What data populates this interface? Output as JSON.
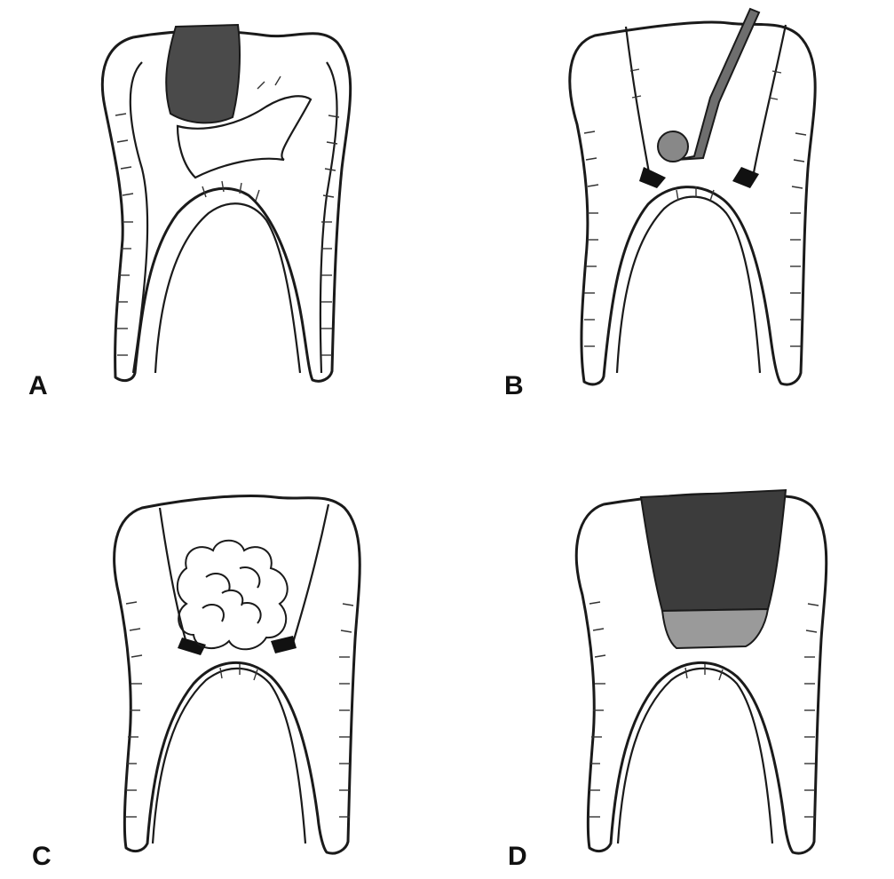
{
  "panels": [
    {
      "id": "A",
      "label": "A",
      "stage": "caries"
    },
    {
      "id": "B",
      "label": "B",
      "stage": "bur-excavation"
    },
    {
      "id": "C",
      "label": "C",
      "stage": "cotton-pellet"
    },
    {
      "id": "D",
      "label": "D",
      "stage": "restoration"
    }
  ],
  "colors": {
    "ink": "#1a1a1a",
    "decay": "#4a4a4a",
    "restoration": "#3c3c3c",
    "liner": "#9a9a9a",
    "instrument": "#6e6e6e"
  }
}
